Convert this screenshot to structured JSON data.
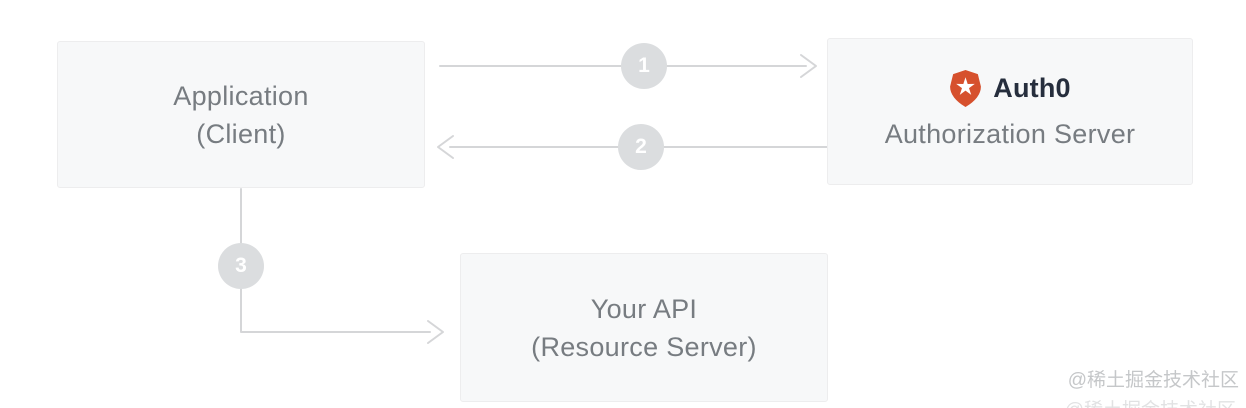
{
  "diagram": {
    "nodes": {
      "application": {
        "line1": "Application",
        "line2": "(Client)"
      },
      "authorization_server": {
        "brand": "Auth0",
        "label": "Authorization Server"
      },
      "api": {
        "line1": "Your API",
        "line2": "(Resource Server)"
      }
    },
    "steps": [
      "1",
      "2",
      "3"
    ],
    "watermark": "@稀土掘金技术社区",
    "colors": {
      "node_background": "#f7f8f9",
      "node_border": "#ededee",
      "node_text": "#777c81",
      "arrow_line": "#d5d6d8",
      "badge_background": "#dbdddf",
      "badge_text": "#ffffff",
      "auth0_navy": "#262e3d",
      "auth0_orange": "#d6502d",
      "watermark_text": "#c5c7c9"
    }
  }
}
